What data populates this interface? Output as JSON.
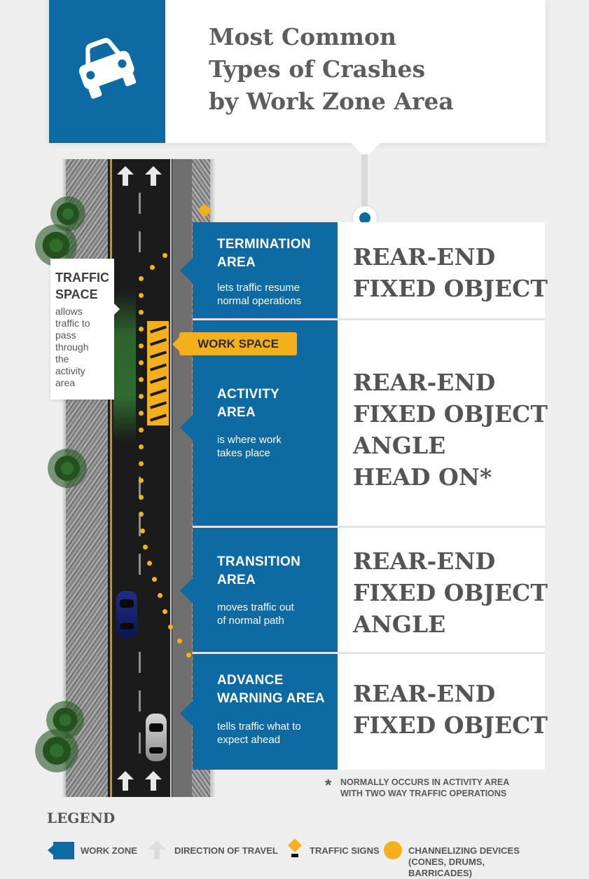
{
  "header": {
    "title_lines": [
      "Most Common",
      "Types of Crashes",
      "by Work Zone Area"
    ],
    "icon": "car-icon"
  },
  "traffic_space": {
    "title": "TRAFFIC\nSPACE",
    "description": "allows\ntraffic to\npass\nthrough\nthe\nactivity\narea"
  },
  "work_space_label": "WORK SPACE",
  "zones": [
    {
      "title": "TERMINATION\nAREA",
      "description": "lets traffic resume\nnormal operations",
      "crashes": [
        "REAR-END",
        "FIXED OBJECT"
      ]
    },
    {
      "title": "ACTIVITY\nAREA",
      "description": "is where work\ntakes place",
      "crashes": [
        "REAR-END",
        "FIXED OBJECT",
        "ANGLE",
        "HEAD ON*"
      ]
    },
    {
      "title": "TRANSITION\nAREA",
      "description": "moves traffic out\nof normal path",
      "crashes": [
        "REAR-END",
        "FIXED OBJECT",
        "ANGLE"
      ]
    },
    {
      "title": "ADVANCE\nWARNING AREA",
      "description": "tells traffic what to\nexpect ahead",
      "crashes": [
        "REAR-END",
        "FIXED OBJECT"
      ]
    }
  ],
  "footnote": {
    "symbol": "*",
    "text": "NORMALLY OCCURS IN ACTIVITY AREA\nWITH TWO WAY TRAFFIC OPERATIONS"
  },
  "legend": {
    "title": "LEGEND",
    "items": [
      {
        "label": "WORK ZONE",
        "icon": "work-zone-swatch"
      },
      {
        "label": "DIRECTION OF TRAVEL",
        "icon": "arrow-up-icon"
      },
      {
        "label": "TRAFFIC SIGNS",
        "icon": "traffic-sign-icon"
      },
      {
        "label": "CHANNELIZING DEVICES\n(CONES, DRUMS,\nBARRICADES)",
        "icon": "cone-dot-icon"
      }
    ]
  },
  "colors": {
    "work_zone_blue": "#0d6aa3",
    "sign_yellow": "#f4b01c",
    "text_gray": "#545454",
    "background": "#eeeeee"
  }
}
